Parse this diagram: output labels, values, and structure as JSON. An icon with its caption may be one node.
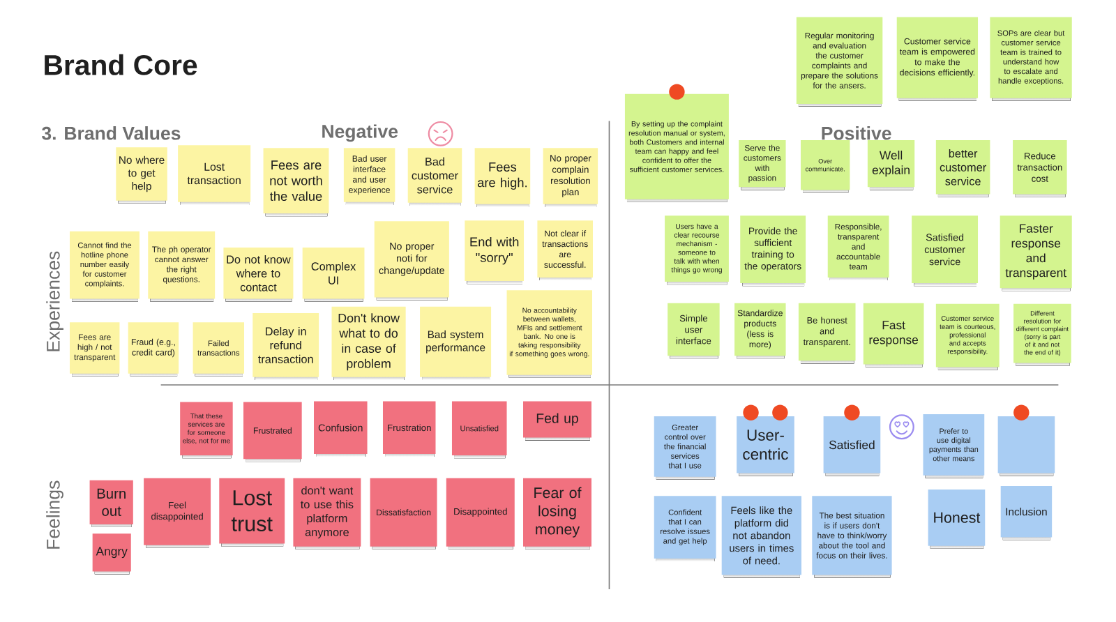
{
  "diagram": {
    "title": "Brand Core",
    "nodes": [
      {
        "text": [
          "No where to get help"
        ]
      },
      {
        "text": [
          "Lost transaction"
        ]
      },
      {
        "text": [
          "Fees are not worth the value"
        ]
      },
      {
        "text": [
          "Bad user interface and user experience"
        ]
      },
      {
        "text": [
          "Bad customer service"
        ]
      },
      {
        "text": [
          "Fees are high."
        ]
      },
      {
        "text": [
          "No proper complain resolution plan"
        ]
      },
      {
        "text": [
          "Cannot find the hotline phone number easily for customer complaints."
        ]
      },
      {
        "text": [
          "The ph operator cannot answer the right questions."
        ]
      },
      {
        "text": [
          "Do not know where to contact"
        ]
      },
      {
        "text": [
          "Complex UI"
        ]
      },
      {
        "text": [
          "No proper noti for change/update"
        ]
      },
      {
        "text": [
          "End with \"sorry\""
        ]
      },
      {
        "text": [
          "Not clear if transactions are successful."
        ]
      },
      {
        "text": [
          "Fees are high / not transparent"
        ]
      },
      {
        "text": [
          "Fraud (e.g., credit card)"
        ]
      },
      {
        "text": [
          "Failed transactions"
        ]
      },
      {
        "text": [
          "Delay in refund transaction"
        ]
      },
      {
        "text": [
          "Don't know what to do in case of problem"
        ]
      },
      {
        "text": [
          "Bad system performance"
        ]
      },
      {
        "text": [
          "No accountability between wallets, MFIs and settlement bank. No one is taking responsibility if something goes wrong."
        ]
      },
      {
        "text": [
          "Regular monitoring and evaluation the customer complaints and prepare the solutions for the ansers."
        ]
      },
      {
        "text": [
          "Customer service team is empowered to make the decisions efficiently."
        ]
      },
      {
        "text": [
          "SOPs are clear but customer service team is trained to understand how to escalate and handle exceptions."
        ]
      },
      {
        "text": [
          "By setting up the complaint resolution manual or system, both Customers and internal team can happy and feel confident to offer the sufficient customer services."
        ]
      },
      {
        "text": [
          "Serve the customers with passion"
        ]
      },
      {
        "text": [
          "Over communicate."
        ]
      },
      {
        "text": [
          "Well explain"
        ]
      },
      {
        "text": [
          "better customer service"
        ]
      },
      {
        "text": [
          "Reduce transaction cost"
        ]
      },
      {
        "text": [
          "Users have a clear recourse mechanism - someone to talk with when things go wrong"
        ]
      },
      {
        "text": [
          "Provide the sufficient training to the operators"
        ]
      },
      {
        "text": [
          "Responsible, transparent and accountable team"
        ]
      },
      {
        "text": [
          "Satisfied customer service"
        ]
      },
      {
        "text": [
          "Faster response and transparent"
        ]
      },
      {
        "text": [
          "Simple user interface"
        ]
      },
      {
        "text": [
          "Standardize products (less is more)"
        ]
      },
      {
        "text": [
          "Be honest and transparent."
        ]
      },
      {
        "text": [
          "Fast response"
        ]
      },
      {
        "text": [
          "Customer service team is courteous, professional and accepts responsibility."
        ]
      },
      {
        "text": [
          "Different resolution for different complaint (sorry is part of it and not the end of it)"
        ]
      },
      {
        "text": [
          "That these services are for someone else, not for me"
        ]
      },
      {
        "text": [
          "Frustrated"
        ]
      },
      {
        "text": [
          "Confusion"
        ]
      },
      {
        "text": [
          "Frustration"
        ]
      },
      {
        "text": [
          "Unsatisfied"
        ]
      },
      {
        "text": [
          "Fed up"
        ]
      },
      {
        "text": [
          "Burn out"
        ]
      },
      {
        "text": [
          "Angry"
        ]
      },
      {
        "text": [
          "Feel disappointed"
        ]
      },
      {
        "text": [
          "Lost trust"
        ]
      },
      {
        "text": [
          "don't want to use this platform anymore"
        ]
      },
      {
        "text": [
          "Dissatisfaction"
        ]
      },
      {
        "text": [
          "Disappointed"
        ]
      },
      {
        "text": [
          "Fear of losing money"
        ]
      },
      {
        "text": [
          "Greater control over the financial services that I use"
        ]
      },
      {
        "text": [
          "User-centric"
        ]
      },
      {
        "text": [
          "Satisfied"
        ]
      },
      {
        "text": [
          "Prefer to use digital payments than other means"
        ]
      },
      {
        "text": [],
        "shape": "box"
      },
      {
        "text": [
          "Confident that I can resolve issues and get help"
        ]
      },
      {
        "text": [
          "Feels like the platform did not abandon users in times of need."
        ]
      },
      {
        "text": [
          "The best situation is if users don't have to think/worry about the tool and focus on their lives."
        ]
      },
      {
        "text": [
          "Honest"
        ]
      },
      {
        "text": [
          "Inclusion"
        ]
      }
    ],
    "labels": [
      "3. Brand Values",
      "Negative",
      "Positive",
      "Experiences",
      "Feelings"
    ]
  }
}
